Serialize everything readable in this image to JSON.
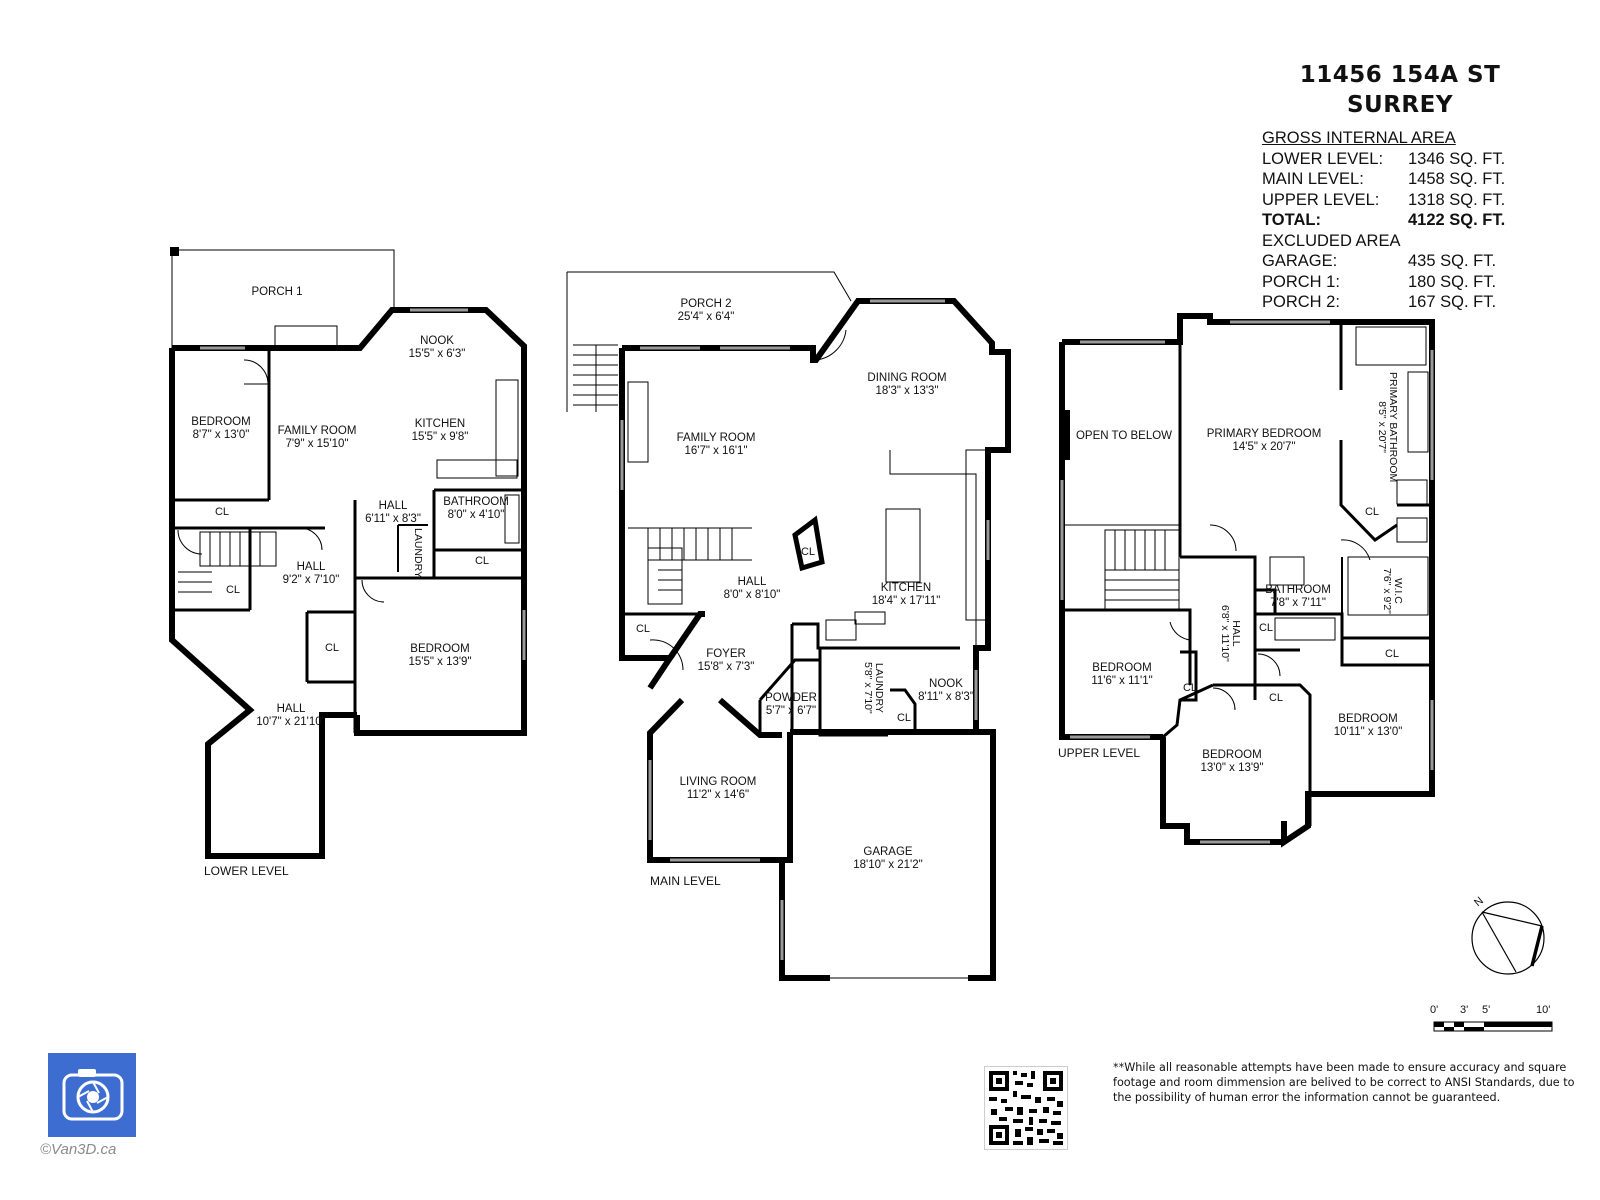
{
  "title": {
    "line1": "11456 154A ST",
    "line2": "SURREY"
  },
  "area": {
    "header": "GROSS INTERNAL AREA",
    "rows": [
      {
        "k": "LOWER LEVEL:",
        "v": "1346 SQ. FT."
      },
      {
        "k": "MAIN LEVEL:",
        "v": "1458 SQ. FT."
      },
      {
        "k": "UPPER LEVEL:",
        "v": "1318 SQ. FT."
      },
      {
        "k": "TOTAL:",
        "v": "4122 SQ. FT."
      },
      {
        "k": "EXCLUDED AREA",
        "v": ""
      },
      {
        "k": "GARAGE:",
        "v": "435 SQ. FT."
      },
      {
        "k": "PORCH 1:",
        "v": "180 SQ. FT."
      },
      {
        "k": "PORCH 2:",
        "v": "167 SQ. FT."
      }
    ]
  },
  "levels": {
    "lower": "LOWER LEVEL",
    "main": "MAIN LEVEL",
    "upper": "UPPER LEVEL"
  },
  "rooms": {
    "lower": {
      "porch1": {
        "name": "PORCH 1",
        "dim": ""
      },
      "nook": {
        "name": "NOOK",
        "dim": "15'5\" x 6'3\""
      },
      "bedroom1": {
        "name": "BEDROOM",
        "dim": "8'7\" x 13'0\""
      },
      "family": {
        "name": "FAMILY ROOM",
        "dim": "7'9\" x 15'10\""
      },
      "kitchen": {
        "name": "KITCHEN",
        "dim": "15'5\" x 9'8\""
      },
      "hall1": {
        "name": "HALL",
        "dim": "6'11\" x 8'3\""
      },
      "bathroom": {
        "name": "BATHROOM",
        "dim": "8'0\" x 4'10\""
      },
      "hall2": {
        "name": "HALL",
        "dim": "9'2\" x 7'10\""
      },
      "bedroom2": {
        "name": "BEDROOM",
        "dim": "15'5\" x 13'9\""
      },
      "hall3": {
        "name": "HALL",
        "dim": "10'7\" x 21'10\""
      },
      "laundry": "LAUNDRY",
      "closets": [
        "CL",
        "CL",
        "CL",
        "CL"
      ]
    },
    "main": {
      "porch2": {
        "name": "PORCH 2",
        "dim": "25'4\" x 6'4\""
      },
      "dining": {
        "name": "DINING ROOM",
        "dim": "18'3\" x 13'3\""
      },
      "family": {
        "name": "FAMILY ROOM",
        "dim": "16'7\" x 16'1\""
      },
      "hall": {
        "name": "HALL",
        "dim": "8'0\" x 8'10\""
      },
      "kitchen": {
        "name": "KITCHEN",
        "dim": "18'4\" x 17'11\""
      },
      "foyer": {
        "name": "FOYER",
        "dim": "15'8\" x 7'3\""
      },
      "powder": {
        "name": "POWDER",
        "dim": "5'7\" x 6'7\""
      },
      "laundry": {
        "name": "LAUNDRY",
        "dim": "5'8\" x 7'10\""
      },
      "nook": {
        "name": "NOOK",
        "dim": "8'11\" x 8'3\""
      },
      "living": {
        "name": "LIVING ROOM",
        "dim": "11'2\" x 14'6\""
      },
      "garage": {
        "name": "GARAGE",
        "dim": "18'10\" x 21'2\""
      },
      "closets": [
        "CL",
        "CL",
        "CL"
      ]
    },
    "upper": {
      "open": {
        "name": "OPEN TO BELOW",
        "dim": ""
      },
      "primary": {
        "name": "PRIMARY BEDROOM",
        "dim": "14'5\" x 20'7\""
      },
      "primarybath": {
        "name": "PRIMARY BATHROOM",
        "dim": "8'5\" x 20'7\""
      },
      "wic": {
        "name": "W.I.C",
        "dim": "7'6\" x 9'2\""
      },
      "hall": {
        "name": "HALL",
        "dim": "6'8\" x 11'10\""
      },
      "bathroom": {
        "name": "BATHROOM",
        "dim": "7'8\" x 7'11\""
      },
      "bedroom1": {
        "name": "BEDROOM",
        "dim": "11'6\" x 11'1\""
      },
      "bedroom2": {
        "name": "BEDROOM",
        "dim": "13'0\" x 13'9\""
      },
      "bedroom3": {
        "name": "BEDROOM",
        "dim": "10'11\" x 13'0\""
      },
      "closets": [
        "CL",
        "CL",
        "CL",
        "CL",
        "CL"
      ]
    }
  },
  "scale": {
    "t0": "0'",
    "t1": "3'",
    "t2": "5'",
    "t3": "10'"
  },
  "compass": "N",
  "disclaimer": "**While all reasonable attempts have been made to ensure accuracy and square footage and room dimmension are belived to be correct to ANSI Standards, due to the possibility of human error the information cannot be guaranteed.",
  "brand": "©Van3D.ca",
  "colors": {
    "wall": "#000000",
    "logo": "#3e6dd1",
    "window": "#9a9a9a"
  }
}
